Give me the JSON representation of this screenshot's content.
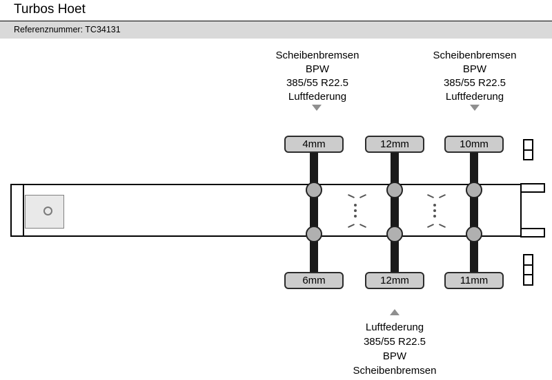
{
  "header": {
    "title": "Turbos Hoet",
    "reference": "Referenznummer: TC34131"
  },
  "axle_specs": {
    "axle1": [
      "Scheibenbremsen",
      "BPW",
      "385/55 R22.5",
      "Luftfederung"
    ],
    "axle3": [
      "Scheibenbremsen",
      "BPW",
      "385/55 R22.5",
      "Luftfederung"
    ],
    "axle2": [
      "Luftfederung",
      "385/55 R22.5",
      "BPW",
      "Scheibenbremsen"
    ]
  },
  "tread_depths": {
    "axle1": {
      "top": "4mm",
      "bottom": "6mm"
    },
    "axle2": {
      "top": "12mm",
      "bottom": "12mm"
    },
    "axle3": {
      "top": "10mm",
      "bottom": "11mm"
    }
  },
  "colors": {
    "refbar_bg": "#d9d9d9",
    "label_bg": "#cccccc",
    "label_border": "#2b2b2b",
    "axle_bar": "#1a1a1a",
    "wheel_fill": "#b0b0b0",
    "arrow": "#8f8f8f"
  }
}
